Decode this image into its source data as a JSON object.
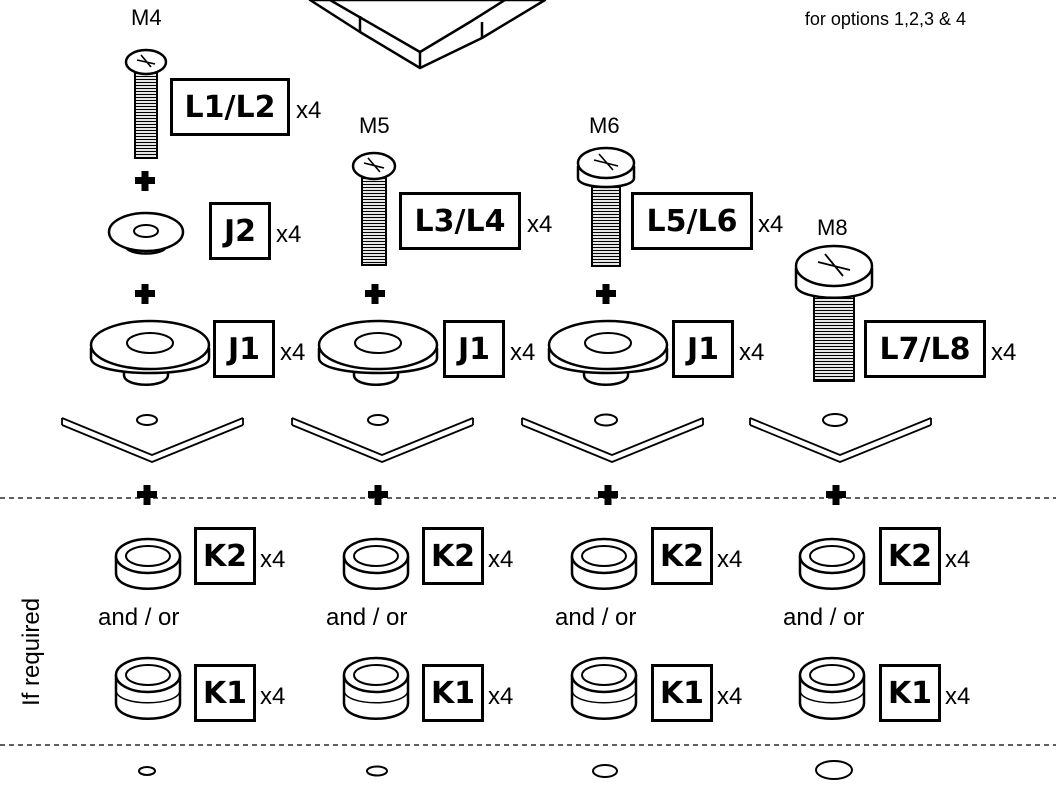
{
  "note_line": "for options 1,2,3 & 4",
  "side_label": "If required",
  "screw_sizes": [
    "M4",
    "M5",
    "M6",
    "M8"
  ],
  "labels": {
    "L12": "L1/L2",
    "L34": "L3/L4",
    "L56": "L5/L6",
    "L78": "L7/L8",
    "J1": "J1",
    "J2": "J2",
    "K1": "K1",
    "K2": "K2"
  },
  "qty": "x4",
  "and_or": "and / or",
  "icons": [
    "screw-icon",
    "washer-icon",
    "spacer-icon",
    "plate-icon",
    "plus-icon",
    "hole-icon"
  ]
}
